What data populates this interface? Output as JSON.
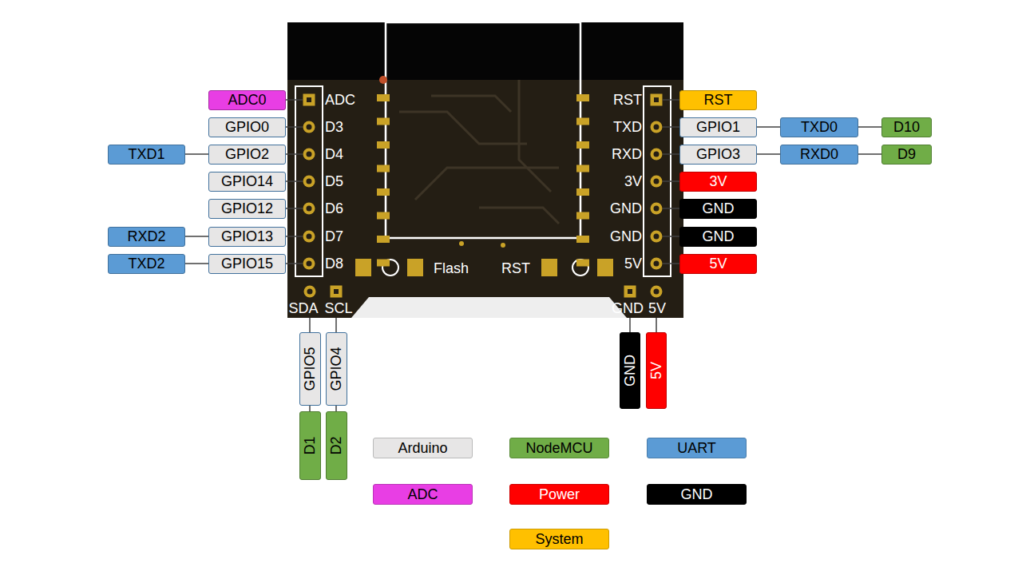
{
  "diagram": {
    "nodes": [
      {
        "text": [
          "ADC0"
        ]
      },
      {
        "text": [
          "GPIO0"
        ]
      },
      {
        "text": [
          "TXD1"
        ]
      },
      {
        "text": [
          "GPIO2"
        ]
      },
      {
        "text": [
          "GPIO14"
        ]
      },
      {
        "text": [
          "GPIO12"
        ]
      },
      {
        "text": [
          "RXD2"
        ]
      },
      {
        "text": [
          "GPIO13"
        ]
      },
      {
        "text": [
          "TXD2"
        ]
      },
      {
        "text": [
          "GPIO15"
        ]
      },
      {
        "text": [
          "RST"
        ]
      },
      {
        "text": [
          "GPIO1"
        ]
      },
      {
        "text": [
          "TXD0"
        ]
      },
      {
        "text": [
          "D10"
        ]
      },
      {
        "text": [
          "GPIO3"
        ]
      },
      {
        "text": [
          "RXD0"
        ]
      },
      {
        "text": [
          "D9"
        ]
      },
      {
        "text": [
          "3V"
        ]
      },
      {
        "text": [
          "GND"
        ]
      },
      {
        "text": [
          "GND"
        ]
      },
      {
        "text": [
          "5V"
        ]
      },
      {
        "text": [
          "GPIO5"
        ]
      },
      {
        "text": [
          "GPIO4"
        ]
      },
      {
        "text": [
          "D1"
        ]
      },
      {
        "text": [
          "D2"
        ]
      },
      {
        "text": [
          "GND"
        ]
      },
      {
        "text": [
          "5V"
        ]
      }
    ],
    "edges": [
      {
        "from": 2,
        "to": 3,
        "arrow": "none"
      },
      {
        "from": 6,
        "to": 7,
        "arrow": "none"
      },
      {
        "from": 8,
        "to": 9,
        "arrow": "none"
      },
      {
        "from": 11,
        "to": 12,
        "arrow": "none"
      },
      {
        "from": 12,
        "to": 13,
        "arrow": "none"
      },
      {
        "from": 14,
        "to": 15,
        "arrow": "none"
      },
      {
        "from": 15,
        "to": 16,
        "arrow": "none"
      },
      {
        "from": 21,
        "to": 23,
        "arrow": "none"
      },
      {
        "from": 22,
        "to": 24,
        "arrow": "none"
      }
    ],
    "labels": [
      "ADC",
      "D3",
      "D4",
      "D5",
      "D6",
      "D7",
      "D8",
      "RST",
      "TXD",
      "RXD",
      "3V",
      "GND",
      "GND",
      "5V",
      "Flash",
      "RST",
      "SDA",
      "SCL",
      "GND",
      "5V"
    ],
    "legend": [
      {
        "text": "Arduino",
        "color": "#e7e6e6"
      },
      {
        "text": "NodeMCU",
        "color": "#70ad47"
      },
      {
        "text": "UART",
        "color": "#5b9bd5"
      },
      {
        "text": "ADC",
        "color": "#e83ee4"
      },
      {
        "text": "Power",
        "color": "#ff0000"
      },
      {
        "text": "GND",
        "color": "#000000"
      },
      {
        "text": "System",
        "color": "#ffc000"
      }
    ]
  }
}
